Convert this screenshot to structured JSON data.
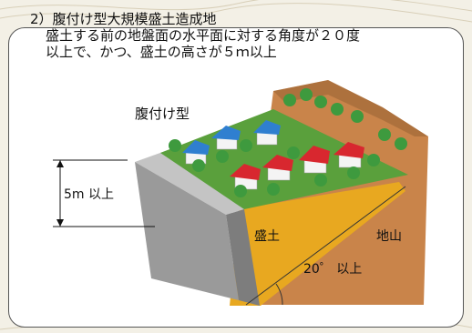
{
  "card": {
    "heading": "2）腹付け型大規模盛土造成地",
    "description_line1": "盛土する前の地盤面の水平面に対する角度が２０度",
    "description_line2": "以上で、かつ、盛土の高さが５ｍ以上"
  },
  "diagram": {
    "title": "腹付け型",
    "height_label": "5m 以上",
    "fill_label": "盛土",
    "ground_label": "地山",
    "angle_label": "20゜ 以上"
  },
  "colors": {
    "grass": "#5aa03c",
    "concrete_front": "#9a9a9a",
    "concrete_top": "#c4c4c4",
    "fill": "#e8a820",
    "natural_ground": "#c9844a",
    "roof_blue": "#2f7fd0",
    "roof_red": "#d8272f",
    "tree": "#3e9a3e"
  }
}
